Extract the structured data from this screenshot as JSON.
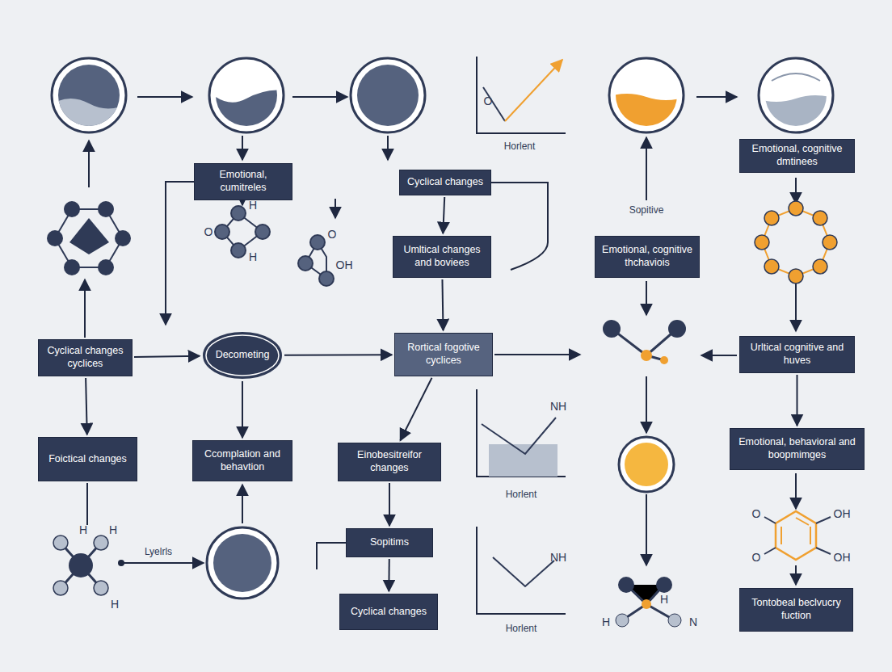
{
  "diagram": {
    "nodes": [
      {
        "text": [
          "Emotional, cumitreles"
        ]
      },
      {
        "text": [
          "Cyclical changes"
        ]
      },
      {
        "text": [
          "Emotional, cognitive dmtinees"
        ]
      },
      {
        "text": [
          "Umltical changes and boviees"
        ]
      },
      {
        "text": [
          "Emotional, cognitive thchaviois"
        ]
      },
      {
        "text": [
          "Cyclical changes cyclices"
        ]
      },
      {
        "text": [
          "Decometing"
        ]
      },
      {
        "text": [
          "Rortical fogotive cyclices"
        ]
      },
      {
        "text": [
          "Urltical cognitive and huves"
        ]
      },
      {
        "text": [
          "Emotional, behavioral and boopmimges"
        ]
      },
      {
        "text": [
          "Foictical changes"
        ]
      },
      {
        "text": [
          "Ccomplation and behavtion"
        ]
      },
      {
        "text": [
          "Einobesitreifor changes"
        ]
      },
      {
        "text": [
          "Sopitims"
        ]
      },
      {
        "text": [
          "Cyclical changes"
        ]
      },
      {
        "text": [
          "Tontobeal beclvucry fuction"
        ]
      }
    ],
    "edges": [
      {
        "from": 5,
        "to": 6,
        "arrow": "to"
      },
      {
        "from": 6,
        "to": 7,
        "arrow": "to"
      },
      {
        "from": 6,
        "to": 11,
        "arrow": "to"
      },
      {
        "from": 1,
        "to": 3,
        "arrow": "to"
      },
      {
        "from": 3,
        "to": 7,
        "arrow": "to"
      },
      {
        "from": 7,
        "to": 12,
        "arrow": "to"
      },
      {
        "from": 12,
        "to": 13,
        "arrow": "to"
      },
      {
        "from": 13,
        "to": 14,
        "arrow": "to"
      },
      {
        "from": 8,
        "to": 9,
        "arrow": "to"
      },
      {
        "from": 5,
        "to": 10,
        "arrow": "to"
      }
    ],
    "labels": [
      "O",
      "Horlent",
      "Sopitive",
      "H",
      "O",
      "H",
      "O",
      "OH",
      "NH",
      "Horlent",
      "Lyelrls",
      "NH",
      "Horlent",
      "H",
      "H",
      "H",
      "O",
      "OH",
      "O",
      "OH",
      "H",
      "H",
      "N"
    ]
  }
}
